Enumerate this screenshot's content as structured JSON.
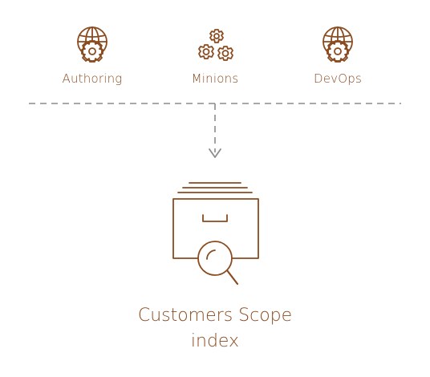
{
  "colors": {
    "accent": "#8a4b1f",
    "connector": "#8c8c8c",
    "background": "#ffffff"
  },
  "sources": [
    {
      "label": "Authoring",
      "icon": "globe-gear-icon"
    },
    {
      "label": "Minions",
      "icon": "gears-icon"
    },
    {
      "label": "DevOps",
      "icon": "globe-gear-icon"
    }
  ],
  "index": {
    "title_line1": "Customers Scope",
    "title_line2": "index",
    "icon": "index-box-search-icon"
  }
}
